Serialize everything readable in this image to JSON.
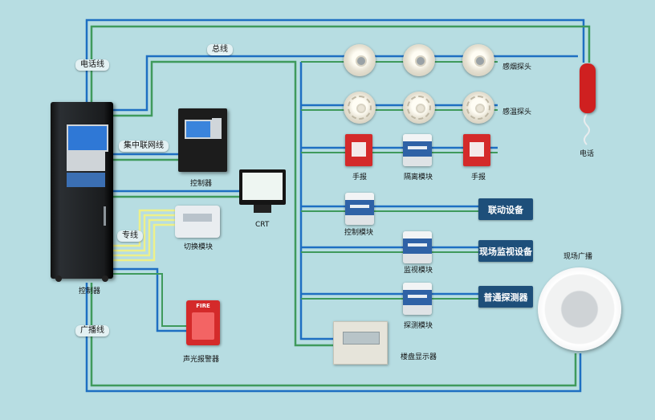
{
  "wire_labels": {
    "phone_line": "电话线",
    "bus_line": "总线",
    "network_line": "集中联网线",
    "dedicated_line": "专线",
    "broadcast_line": "广播线"
  },
  "devices": {
    "controller_main": "控制器",
    "controller_panel": "控制器",
    "crt": "CRT",
    "switch_module": "切换模块",
    "strobe_alarm": "声光报警器",
    "smoke_detector": "感烟探头",
    "heat_detector": "感温探头",
    "manual_call_point_1": "手报",
    "isolation_module": "隔离模块",
    "manual_call_point_2": "手报",
    "control_module": "控制模块",
    "monitor_module": "监视模块",
    "detect_module": "探测模块",
    "floor_display": "楼盘显示器",
    "telephone": "电话",
    "site_broadcast": "现场广播"
  },
  "boxes": {
    "linkage_equipment": "联动设备",
    "site_monitoring_equipment": "现场监视设备",
    "general_detector": "普通探测器"
  },
  "device_text": {
    "strobe_fire": "FIRE"
  },
  "colors": {
    "background": "#b7dde2",
    "wire_blue": "#1e6fc2",
    "wire_green": "#3f9a5c",
    "wire_yellow": "#eef08a",
    "box_fill": "#1e4f7a",
    "alarm_red": "#d42a2a"
  }
}
